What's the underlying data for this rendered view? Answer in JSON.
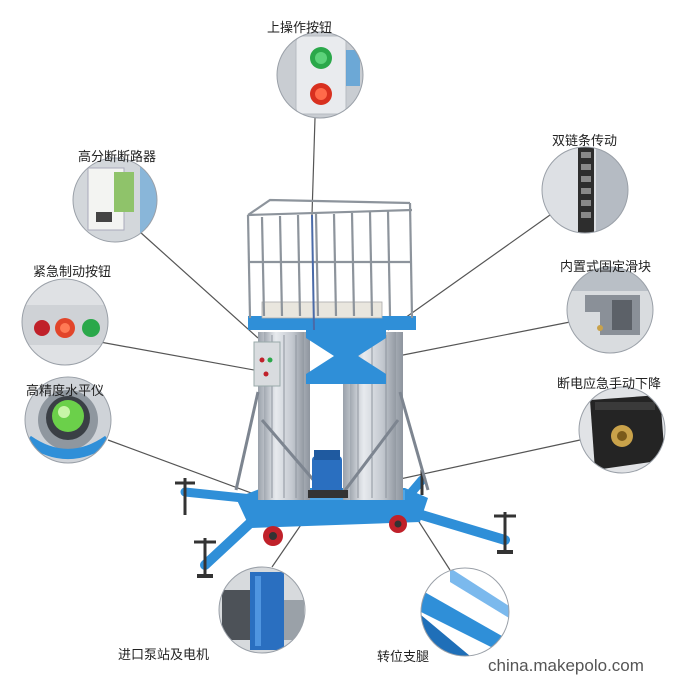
{
  "labels": {
    "top_button": "上操作按钮",
    "breaker": "高分断断路器",
    "emergency_stop": "紧急制动按钮",
    "level": "高精度水平仪",
    "pump": "进口泵站及电机",
    "leg": "转位支腿",
    "chain": "双链条传动",
    "slider": "内置式固定滑块",
    "manual_descent": "断电应急手动下降"
  },
  "watermark": "china.makepolo.com",
  "colors": {
    "machine_blue": "#2f8fd8",
    "mast_gray": "#c9ccd1",
    "rail_silver": "#b9bfc8",
    "button_green": "#2aa84a",
    "button_red": "#d8301f",
    "wheel_red": "#c0212a",
    "callout_line": "#555555"
  }
}
